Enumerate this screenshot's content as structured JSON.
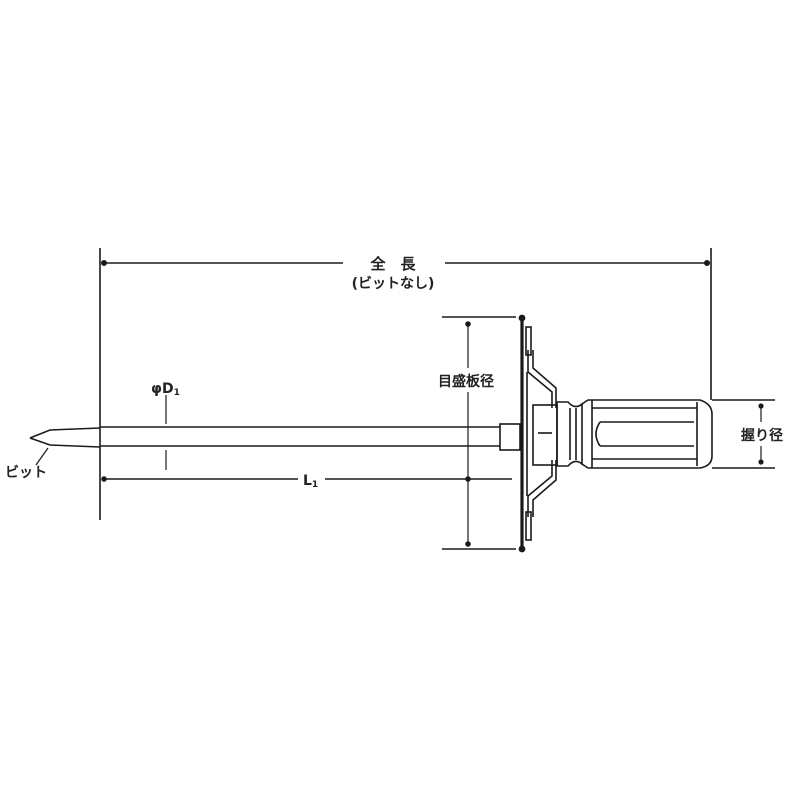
{
  "drawing": {
    "title": "Torque driver dimension drawing",
    "labels": {
      "overall_length": "全　長",
      "overall_length_note": "(ビットなし)",
      "shaft_diameter": "φD",
      "shaft_diameter_sub": "1",
      "shaft_length": "L",
      "shaft_length_sub": "1",
      "scale_plate_diameter": "目盛板径",
      "grip_diameter": "握り径",
      "bit": "ビット"
    },
    "colors": {
      "line": "#1a1a1a",
      "background": "#ffffff"
    }
  }
}
